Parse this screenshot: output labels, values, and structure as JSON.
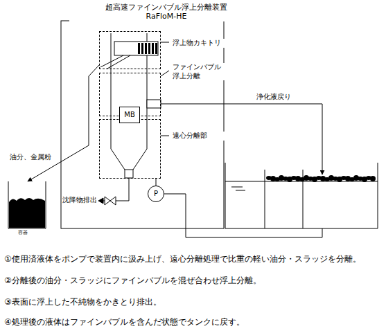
{
  "diagram": {
    "title": "超高速ファインバブル浮上分離装置",
    "nodes": [
      {
        "text": [
          "浮上物カキトリ"
        ]
      },
      {
        "text": [
          "ファインバブル 浮上分離"
        ]
      },
      {
        "text": [
          "遠心分離部"
        ]
      },
      {
        "text": [
          "MB"
        ]
      },
      {
        "text": [
          "P"
        ]
      },
      {
        "text": [
          "容器"
        ]
      }
    ],
    "edges": [
      {
        "from": 0,
        "to": 5,
        "arrow": "to",
        "label": "油分、金属粉"
      },
      {
        "from": 4,
        "to": 2,
        "arrow": "none"
      }
    ],
    "labels": [
      "RaFloM-HE",
      "浄化液戻り",
      "沈降物排出",
      "①使用済液体をポンプで装置内に汲み上げ、遠心分離処理で比重の軽い油分・スラッジを分離。",
      "②分離後の油分・スラッジにファインバブルを混ぜ合わせ浮上分離。",
      "③表面に浮上した不純物をかきとり排出。",
      "④処理後の液体はファインバブルを含んだ状態でタンクに戻す。"
    ]
  }
}
